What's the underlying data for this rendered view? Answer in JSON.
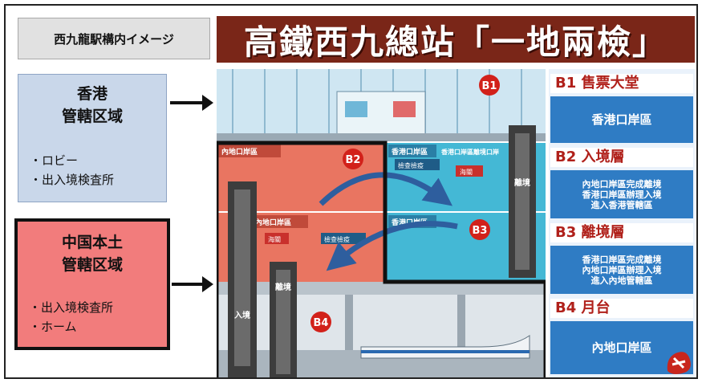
{
  "left": {
    "title": "西九龍駅構内イメージ",
    "hk_zone": {
      "title_line1": "香港",
      "title_line2": "管轄区域",
      "items": [
        "・ロビー",
        "・出入境検査所"
      ]
    },
    "cn_zone": {
      "title_line1": "中国本土",
      "title_line2": "管轄区域",
      "items": [
        "・出入境検査所",
        "・ホーム"
      ]
    }
  },
  "banner": {
    "title": "高鐵西九總站「一地兩檢」"
  },
  "illustration": {
    "badges": [
      "B1",
      "B2",
      "B3",
      "B4"
    ],
    "signs": {
      "mainland_zone": "內地口岸區",
      "hk_zone": "香港口岸區",
      "hk_departure": "香港口岸區離境口岸",
      "inspection": "檢查檢疫",
      "customs": "海關"
    },
    "escalator_labels": {
      "departure": "離境",
      "arrival": "入境"
    }
  },
  "levels": [
    {
      "head": "B1 售票大堂",
      "lines": [
        "香港口岸區"
      ]
    },
    {
      "head": "B2 入境層",
      "lines": [
        "內地口岸區完成離境",
        "香港口岸區辦理入境",
        "進入香港管轄區"
      ]
    },
    {
      "head": "B3 離境層",
      "lines": [
        "香港口岸區完成離境",
        "內地口岸區辦理入境",
        "進入內地管轄區"
      ]
    },
    {
      "head": "B4 月台",
      "lines": [
        "內地口岸區"
      ]
    }
  ],
  "colors": {
    "banner": "#7a2618",
    "hk_zone": "#c9d7ea",
    "cn_zone": "#f27c7c",
    "level_box": "#2f7cc4",
    "level_head": "#b0201a"
  }
}
